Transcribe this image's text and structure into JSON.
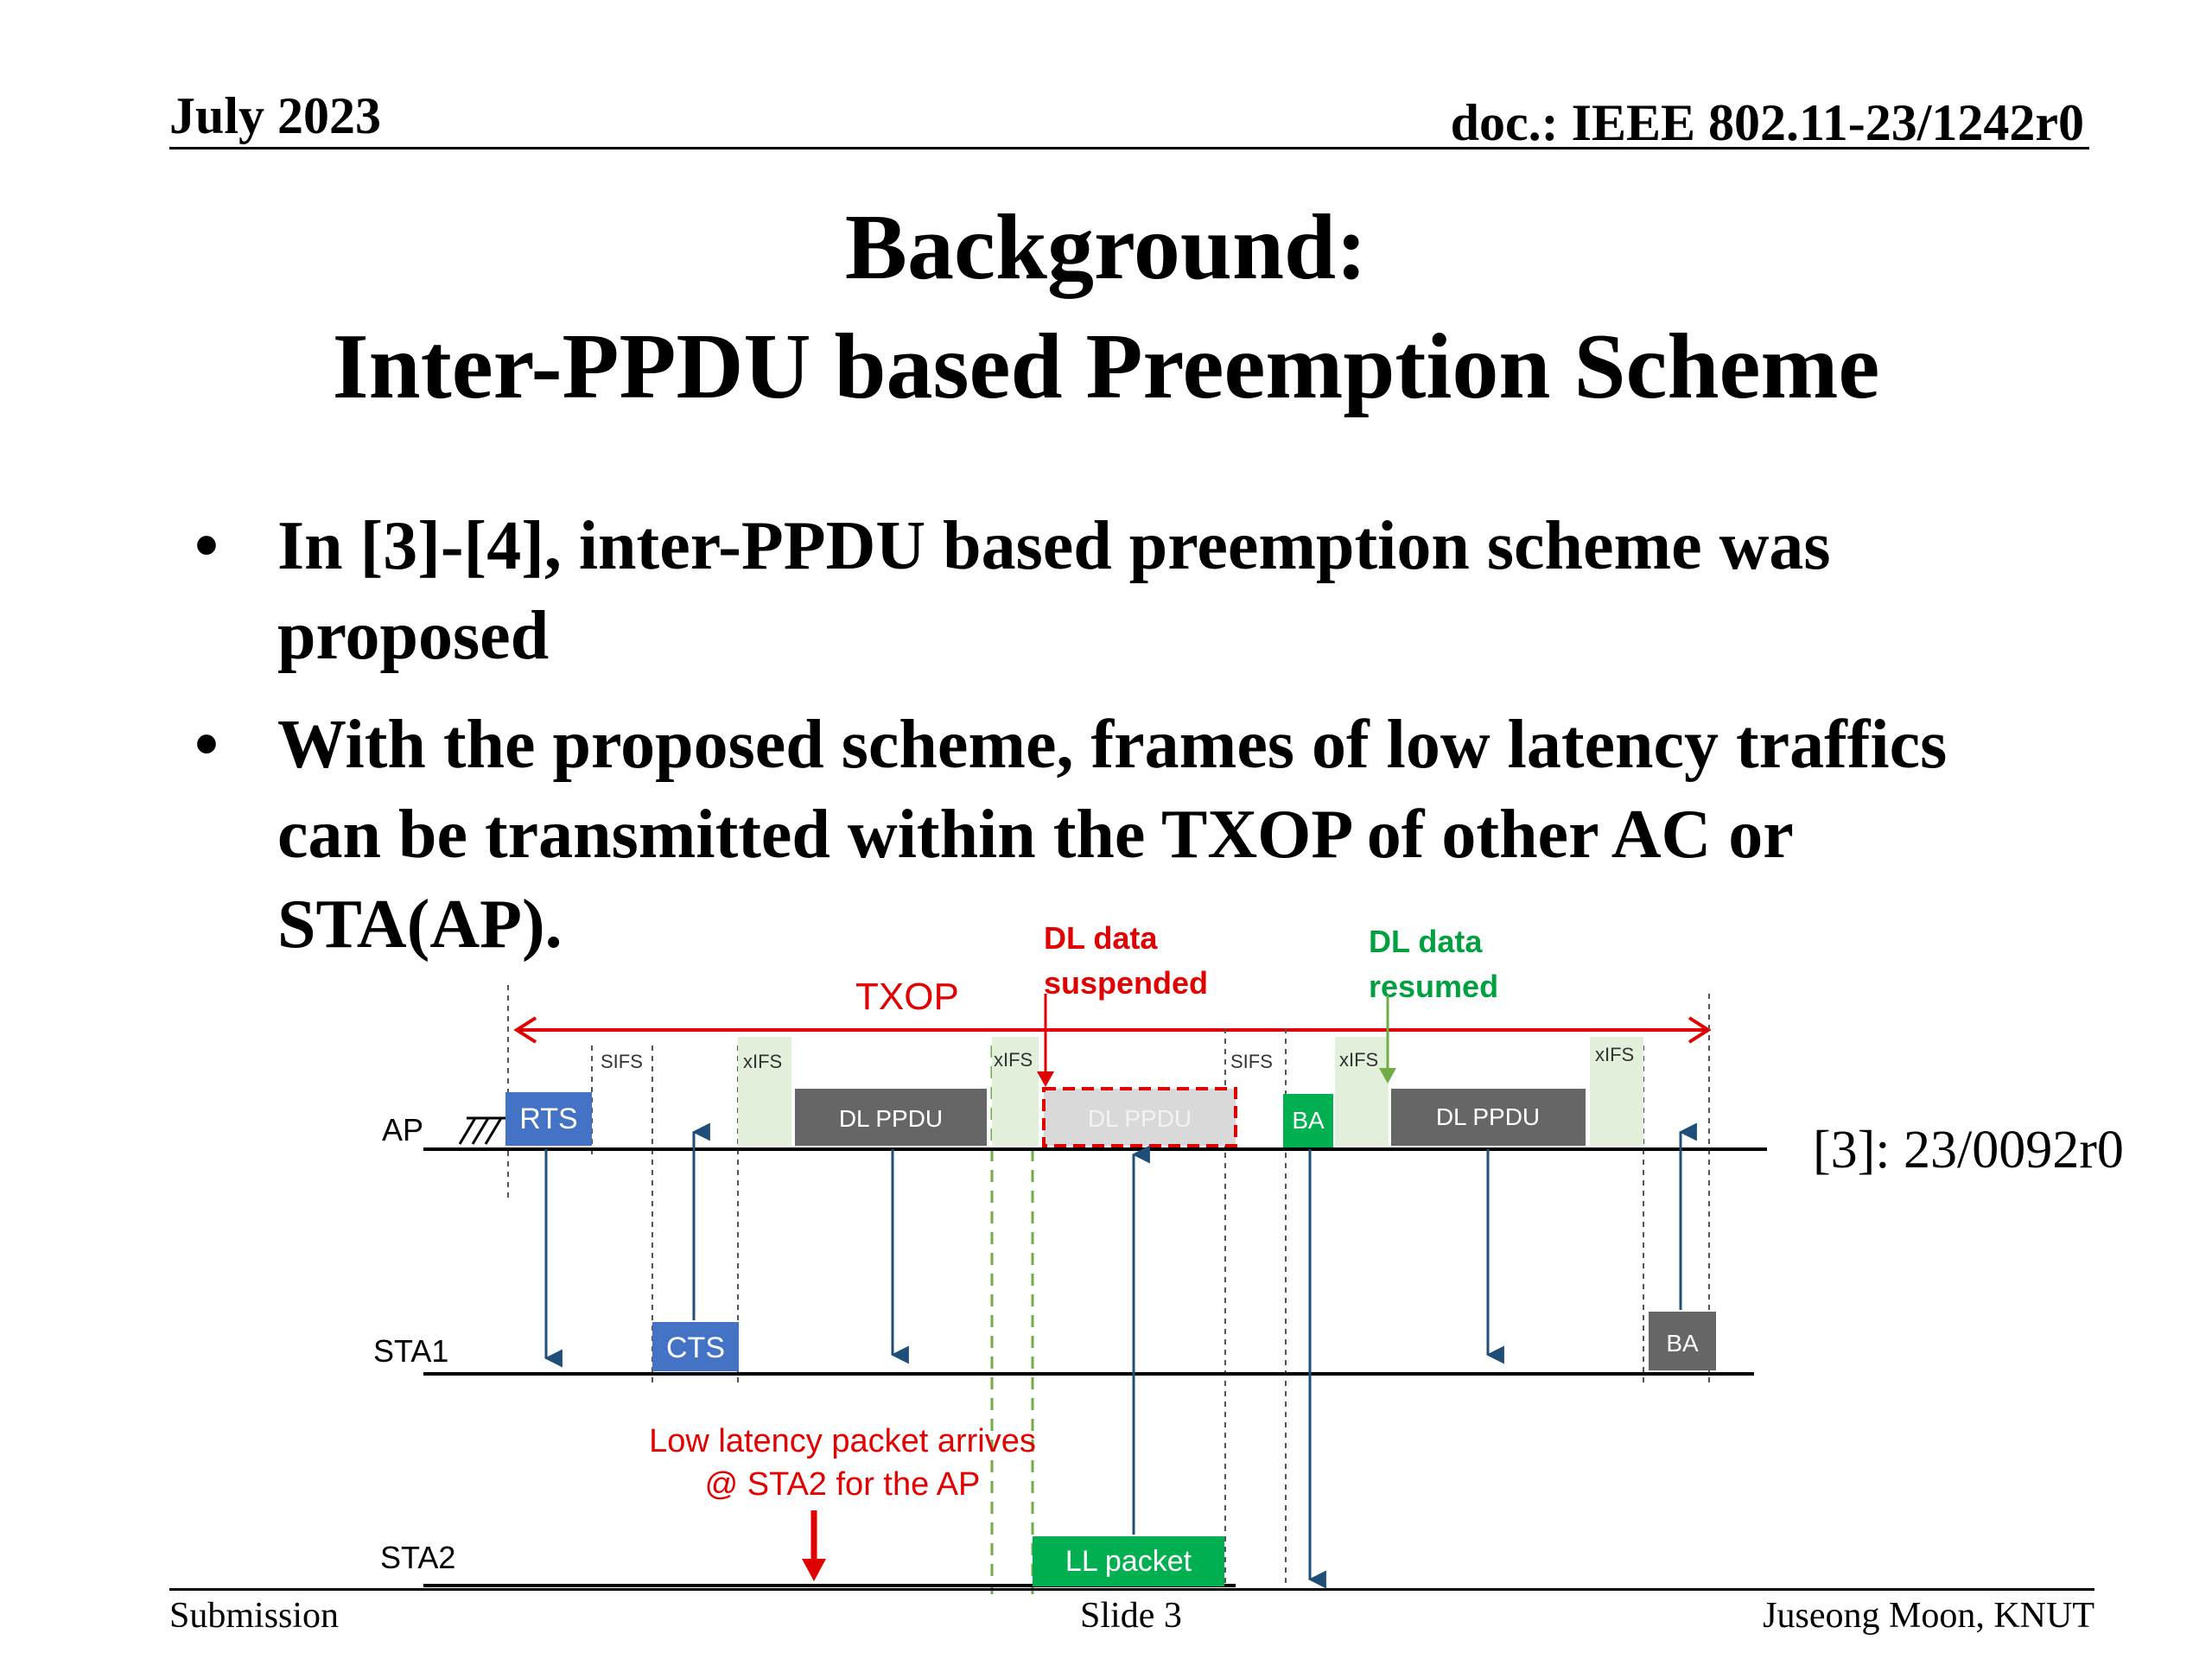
{
  "header": {
    "date": "July 2023",
    "doc": "doc.: IEEE 802.11-23/1242r0"
  },
  "title": {
    "line1": "Background:",
    "line2": "Inter-PPDU based Preemption Scheme"
  },
  "bullets": [
    {
      "symbol": "•",
      "text": "In [3]-[4], inter-PPDU based preemption scheme was proposed"
    },
    {
      "symbol": "•",
      "text": "With the proposed scheme, frames of low latency traffics can be transmitted within the TXOP of other AC or STA(AP)."
    }
  ],
  "diagram": {
    "txop": "TXOP",
    "stations": {
      "ap": "AP",
      "sta1": "STA1",
      "sta2": "STA2"
    },
    "frames": {
      "rts": "RTS",
      "cts": "CTS",
      "dl_ppdu": "DL PPDU",
      "dl_ppdu_suspended": "DL PPDU",
      "ba": "BA",
      "dl_ppdu_resumed": "DL PPDU",
      "ba_sta1": "BA",
      "ll_packet": "LL packet"
    },
    "ifs": {
      "sifs": "SIFS",
      "xifs": "xIFS"
    },
    "callouts": {
      "suspended_line1": "DL data",
      "suspended_line2": "suspended",
      "resumed_line1": "DL data",
      "resumed_line2": "resumed",
      "ll_arrive_line1": "Low latency packet arrives",
      "ll_arrive_line2": "@ STA2 for the AP"
    },
    "colors": {
      "blue_frame": "#4472c4",
      "dark_frame": "#666666",
      "light_frame": "#d9d9d9",
      "green_frame": "#00b050",
      "ifs_fill": "#e2efda",
      "red": "#e00000",
      "callout_green": "#00a040",
      "arrow_blue": "#1f4e79"
    }
  },
  "reference": "[3]: 23/0092r0",
  "footer": {
    "left": "Submission",
    "center": "Slide 3",
    "right": "Juseong Moon, KNUT"
  }
}
